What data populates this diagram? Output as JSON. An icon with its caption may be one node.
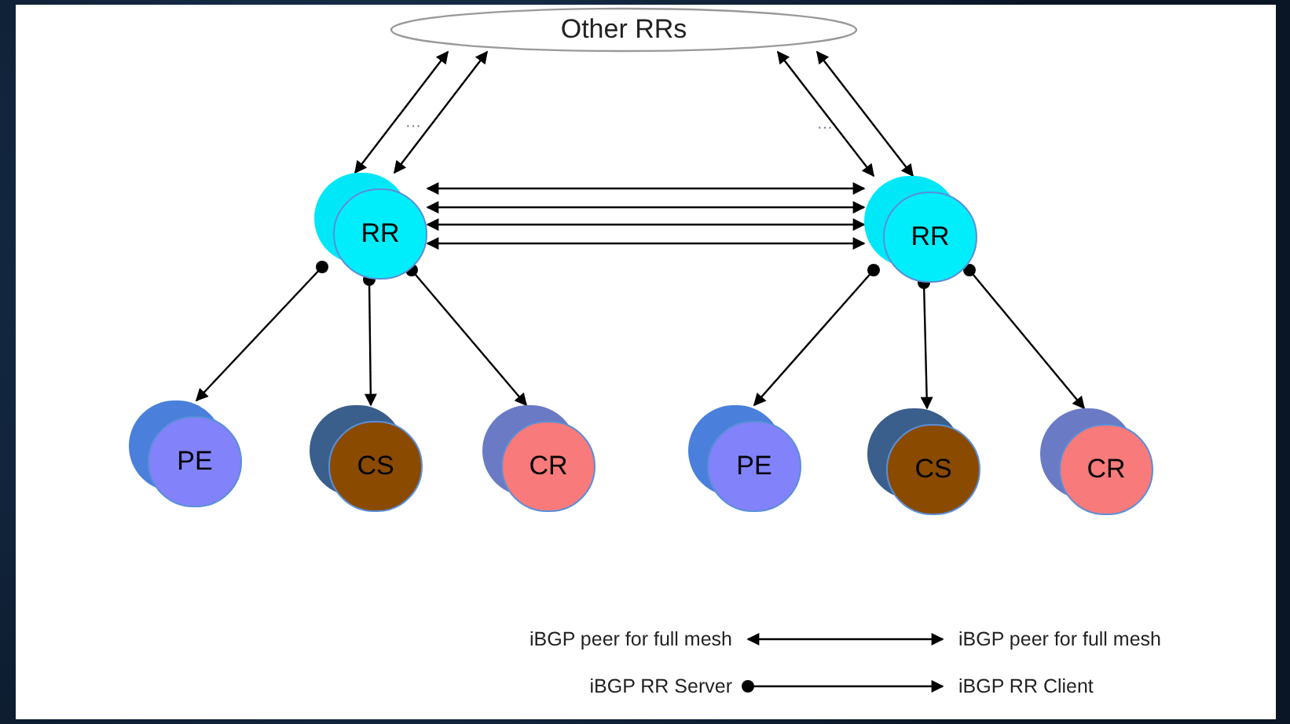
{
  "diagram": {
    "nodes": [
      {
        "text": [
          "Other RRs"
        ]
      },
      {
        "text": [
          "RR"
        ]
      },
      {
        "text": [
          "RR"
        ]
      },
      {
        "text": [
          "PE"
        ]
      },
      {
        "text": [
          "CS"
        ]
      },
      {
        "text": [
          "CR"
        ]
      },
      {
        "text": [
          "PE"
        ]
      },
      {
        "text": [
          "CS"
        ]
      },
      {
        "text": [
          "CR"
        ]
      },
      {
        "text": [
          "iBGP peer for full mesh"
        ]
      },
      {
        "text": [
          "iBGP peer for full mesh"
        ]
      },
      {
        "text": [
          "iBGP RR Server"
        ]
      },
      {
        "text": [
          "iBGP RR Client"
        ]
      }
    ],
    "edges": [
      {
        "from": 0,
        "to": 1,
        "arrow": "both"
      },
      {
        "from": 0,
        "to": 1,
        "arrow": "both"
      },
      {
        "from": 0,
        "to": 2,
        "arrow": "both"
      },
      {
        "from": 0,
        "to": 2,
        "arrow": "both"
      },
      {
        "from": 1,
        "to": 2,
        "arrow": "both"
      },
      {
        "from": 1,
        "to": 2,
        "arrow": "both"
      },
      {
        "from": 1,
        "to": 2,
        "arrow": "both"
      },
      {
        "from": 1,
        "to": 2,
        "arrow": "both"
      },
      {
        "from": 1,
        "to": 3,
        "arrow": "to"
      },
      {
        "from": 1,
        "to": 4,
        "arrow": "to"
      },
      {
        "from": 1,
        "to": 5,
        "arrow": "to"
      },
      {
        "from": 2,
        "to": 6,
        "arrow": "to"
      },
      {
        "from": 2,
        "to": 7,
        "arrow": "to"
      },
      {
        "from": 2,
        "to": 8,
        "arrow": "to"
      },
      {
        "from": 9,
        "to": 10,
        "arrow": "both"
      },
      {
        "from": 11,
        "to": 12,
        "arrow": "to"
      }
    ],
    "labels": [
      "···",
      "···"
    ]
  }
}
